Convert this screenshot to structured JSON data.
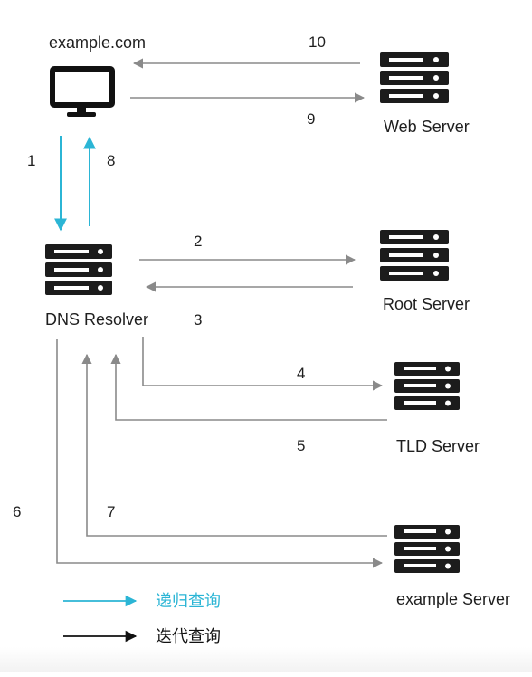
{
  "nodes": {
    "client": {
      "label": "example.com"
    },
    "web_server": {
      "label": "Web Server"
    },
    "resolver": {
      "label": "DNS Resolver"
    },
    "root_server": {
      "label": "Root Server"
    },
    "tld_server": {
      "label": "TLD Server"
    },
    "example_server": {
      "label": "example Server"
    }
  },
  "steps": [
    "1",
    "2",
    "3",
    "4",
    "5",
    "6",
    "7",
    "8",
    "9",
    "10"
  ],
  "legend": {
    "recursive": {
      "label": "递归查询",
      "color": "#2bb5d5"
    },
    "iterative": {
      "label": "迭代查询",
      "color": "#111111"
    }
  },
  "colors": {
    "recursive": "#2bb5d5",
    "iterative_line": "#8a8a8a",
    "server": "#1c1c1c",
    "monitor": "#111111"
  }
}
